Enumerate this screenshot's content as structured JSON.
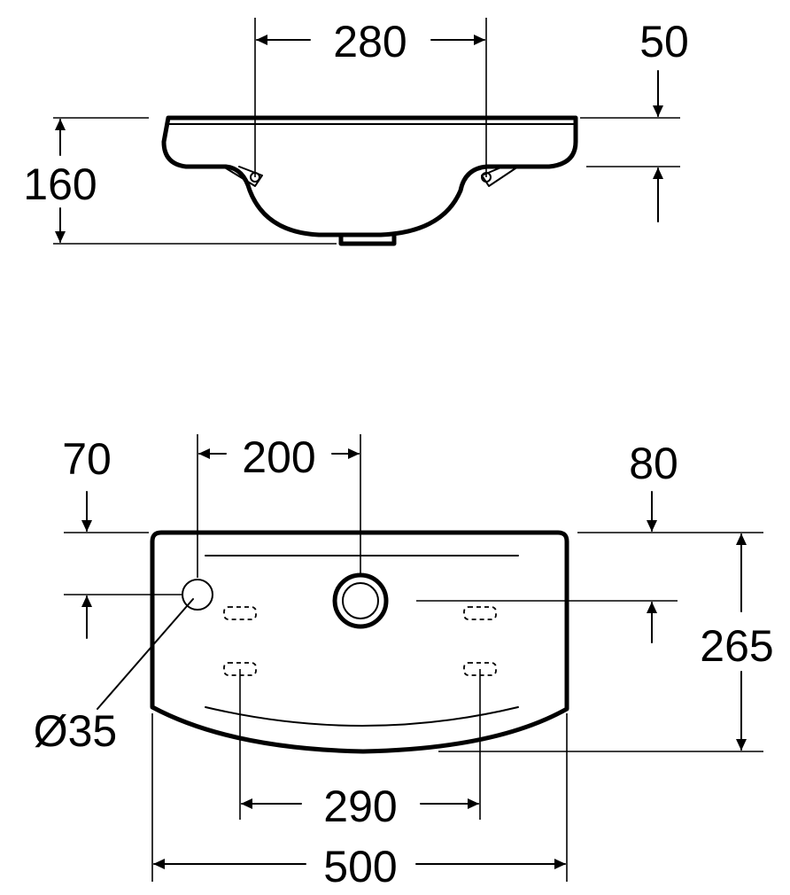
{
  "side_view": {
    "width_280": "280",
    "rim_50": "50",
    "height_160": "160"
  },
  "top_view": {
    "offset_70": "70",
    "spacing_200": "200",
    "offset_80": "80",
    "depth_265": "265",
    "diameter_35": "Ø35",
    "spacing_290": "290",
    "width_500": "500"
  }
}
